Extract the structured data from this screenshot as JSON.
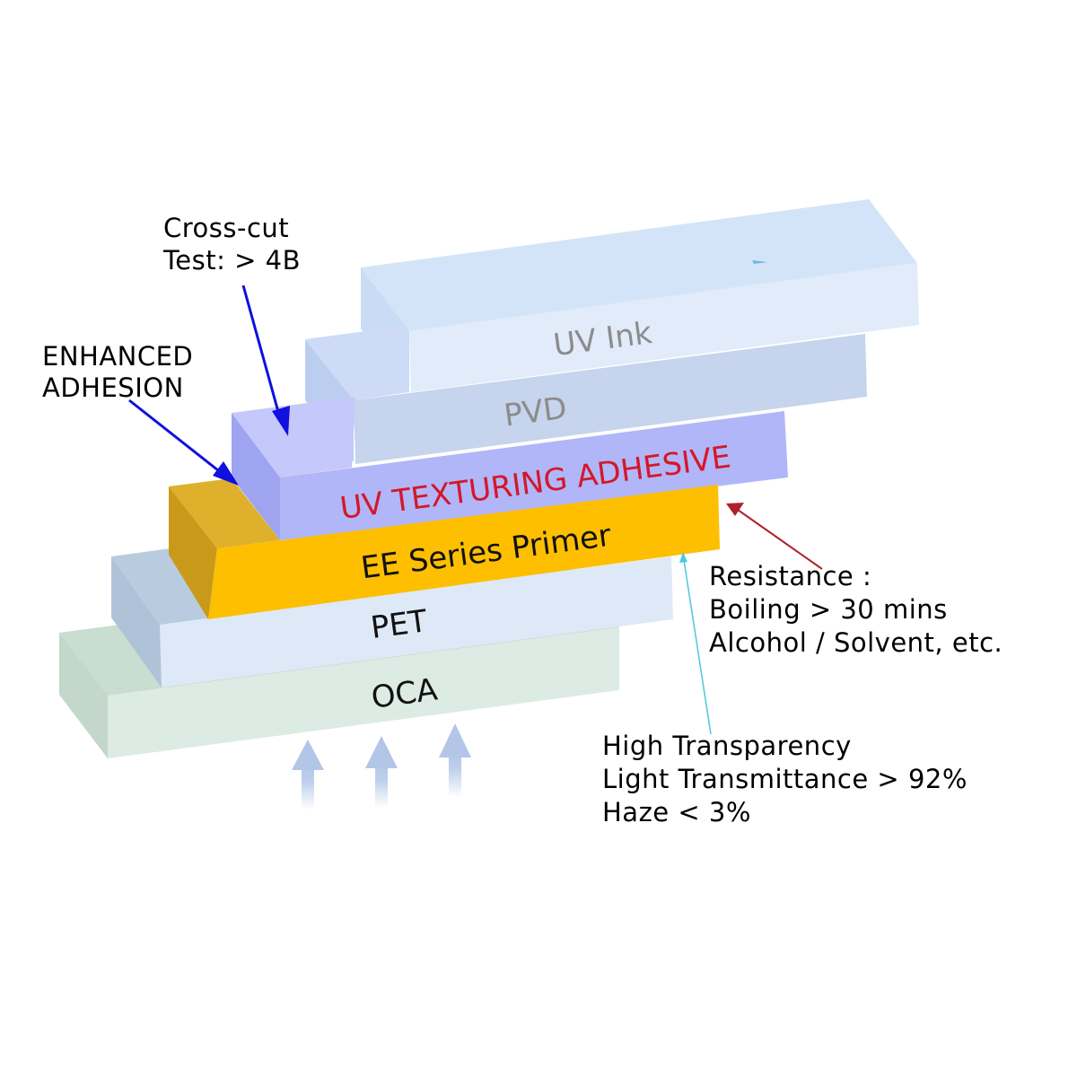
{
  "layers": [
    {
      "id": "oca",
      "label": "OCA",
      "text_color": "#111111",
      "front": "#dcebe3",
      "top": "#c9ddd0",
      "side": "#c3d7cb"
    },
    {
      "id": "pet",
      "label": "PET",
      "text_color": "#111111",
      "front": "#dde9f7",
      "top": "#b9cbdf",
      "side": "#aec3d8"
    },
    {
      "id": "primer",
      "label": "EE Series Primer",
      "text_color": "#111111",
      "front": "#fdbf00",
      "top": "#deb02c",
      "side": "#c99a19"
    },
    {
      "id": "uvtex",
      "label": "UV TEXTURING ADHESIVE",
      "text_color": "#d3182a",
      "front": "#b1b6f8",
      "top": "#c4c8fa",
      "side": "#9ea4f0"
    },
    {
      "id": "pvd",
      "label": "PVD",
      "text_color": "#8c8c8c",
      "front": "#c6d4ed",
      "top": "#cddbf7",
      "side": "#bccef0"
    },
    {
      "id": "uvink",
      "label": "UV Ink",
      "text_color": "#8c8c8c",
      "front": "#e1ebfa",
      "top": "#d4e4f8",
      "side": "#c9dbf5"
    }
  ],
  "annotations": {
    "crosscut": {
      "lines": [
        "Cross-cut",
        "Test: > 4B"
      ],
      "arrow_color": "#1010e0"
    },
    "adhesion": {
      "lines": [
        "ENHANCED",
        "ADHESION"
      ],
      "arrow_color": "#1010e0"
    },
    "resistance": {
      "lines": [
        "Resistance :",
        "Boiling > 30 mins",
        "Alcohol / Solvent, etc."
      ],
      "arrow_color": "#b0202a"
    },
    "transparency": {
      "lines": [
        "High Transparency",
        "Light Transmittance > 92%",
        "Haze < 3%"
      ],
      "arrow_color": "#4cc8dc"
    }
  },
  "light_arrows": {
    "count": 3,
    "color": "#b3c6e8"
  }
}
